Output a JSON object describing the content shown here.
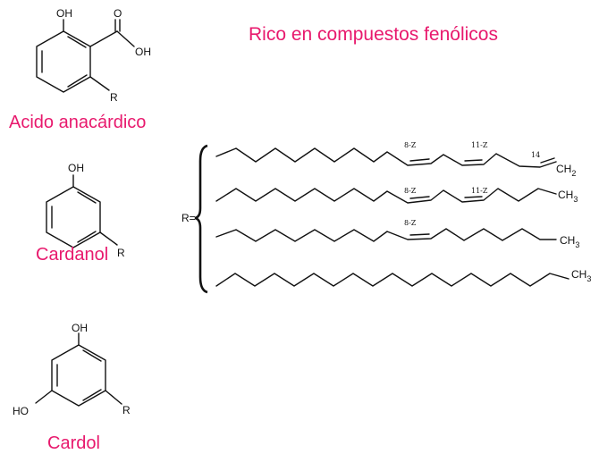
{
  "title": "Rico en compuestos fenólicos",
  "colors": {
    "accent": "#e8196d",
    "ink": "#111111"
  },
  "molecules": [
    {
      "name": "Acido anacárdico",
      "atoms": {
        "oh_top": "OH",
        "carbonyl_o": "O",
        "acid_oh": "OH",
        "r": "R"
      }
    },
    {
      "name": "Cardanol",
      "atoms": {
        "oh_top": "OH",
        "r": "R"
      }
    },
    {
      "name": "Cardol",
      "atoms": {
        "oh_top": "OH",
        "oh_left": "HO",
        "r": "R"
      }
    }
  ],
  "r_group": {
    "label": "R=",
    "chains": [
      {
        "labels": [
          "8-Z",
          "11-Z",
          "14"
        ],
        "terminal": "CH",
        "terminal_sub": "2"
      },
      {
        "labels": [
          "8-Z",
          "11-Z"
        ],
        "terminal": "CH",
        "terminal_sub": "3"
      },
      {
        "labels": [
          "8-Z"
        ],
        "terminal": "CH",
        "terminal_sub": "3"
      },
      {
        "labels": [],
        "terminal": "CH",
        "terminal_sub": "3"
      }
    ]
  }
}
